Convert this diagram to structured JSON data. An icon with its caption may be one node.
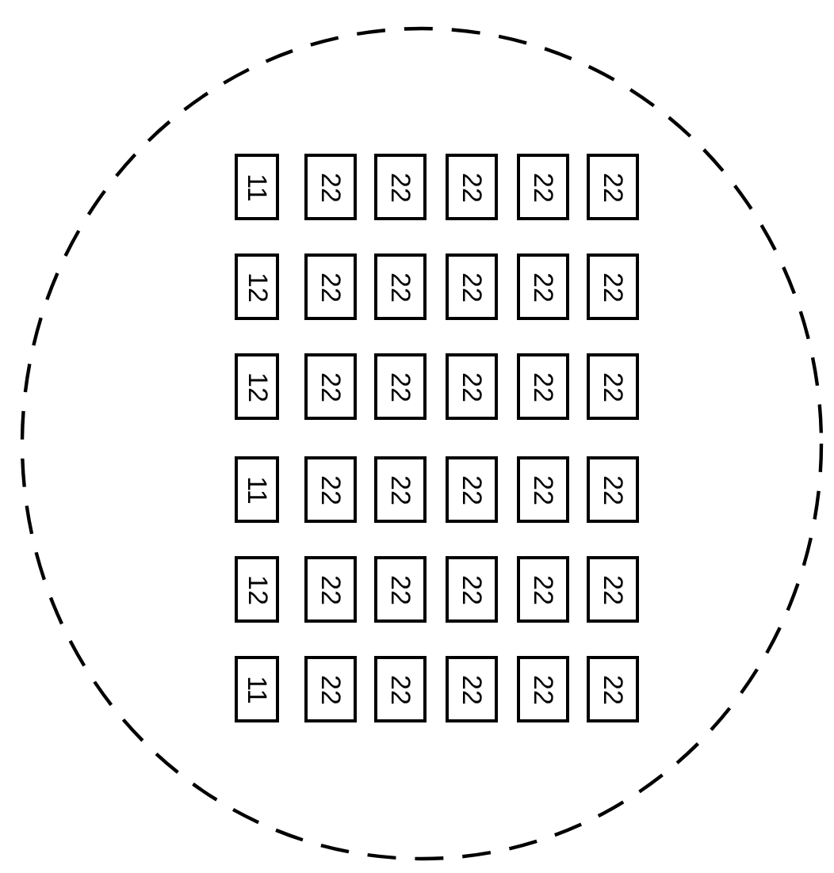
{
  "diagram": {
    "nodes": [
      {
        "text": [],
        "shape": "circle"
      },
      {
        "text": [
          "11"
        ],
        "in": 0
      },
      {
        "text": [
          "22"
        ],
        "in": 0
      },
      {
        "text": [
          "22"
        ],
        "in": 0
      },
      {
        "text": [
          "22"
        ],
        "in": 0
      },
      {
        "text": [
          "22"
        ],
        "in": 0
      },
      {
        "text": [
          "22"
        ],
        "in": 0
      },
      {
        "text": [
          "12"
        ],
        "in": 0
      },
      {
        "text": [
          "22"
        ],
        "in": 0
      },
      {
        "text": [
          "22"
        ],
        "in": 0
      },
      {
        "text": [
          "22"
        ],
        "in": 0
      },
      {
        "text": [
          "22"
        ],
        "in": 0
      },
      {
        "text": [
          "22"
        ],
        "in": 0
      },
      {
        "text": [
          "12"
        ],
        "in": 0
      },
      {
        "text": [
          "22"
        ],
        "in": 0
      },
      {
        "text": [
          "22"
        ],
        "in": 0
      },
      {
        "text": [
          "22"
        ],
        "in": 0
      },
      {
        "text": [
          "22"
        ],
        "in": 0
      },
      {
        "text": [
          "22"
        ],
        "in": 0
      },
      {
        "text": [
          "11"
        ],
        "in": 0
      },
      {
        "text": [
          "22"
        ],
        "in": 0
      },
      {
        "text": [
          "22"
        ],
        "in": 0
      },
      {
        "text": [
          "22"
        ],
        "in": 0
      },
      {
        "text": [
          "22"
        ],
        "in": 0
      },
      {
        "text": [
          "22"
        ],
        "in": 0
      },
      {
        "text": [
          "12"
        ],
        "in": 0
      },
      {
        "text": [
          "22"
        ],
        "in": 0
      },
      {
        "text": [
          "22"
        ],
        "in": 0
      },
      {
        "text": [
          "22"
        ],
        "in": 0
      },
      {
        "text": [
          "22"
        ],
        "in": 0
      },
      {
        "text": [
          "22"
        ],
        "in": 0
      },
      {
        "text": [
          "11"
        ],
        "in": 0
      },
      {
        "text": [
          "22"
        ],
        "in": 0
      },
      {
        "text": [
          "22"
        ],
        "in": 0
      },
      {
        "text": [
          "22"
        ],
        "in": 0
      },
      {
        "text": [
          "22"
        ],
        "in": 0
      },
      {
        "text": [
          "22"
        ],
        "in": 0
      }
    ]
  }
}
